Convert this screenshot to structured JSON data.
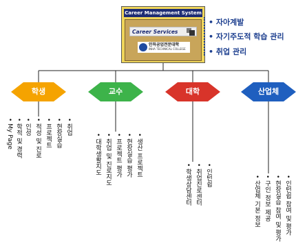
{
  "system_box": {
    "title": "Career Management System",
    "services_label": "Career Services",
    "college_name_ko": "인하공업전문대학",
    "college_name_en": "INHA TECHNICAL COLLEGE"
  },
  "goals": [
    "자아계발",
    "자기주도적 학습 관리",
    "취업 관리"
  ],
  "categories": [
    {
      "label": "학생",
      "color": "#f5a300",
      "items": [
        "My Page",
        "학적 및 경력",
        "인성",
        "적성 및 진로",
        "프로젝트",
        "현장실습",
        "취업"
      ]
    },
    {
      "label": "교수",
      "color": "#3db34a",
      "items": [
        "대학생활지도",
        "취업 및 진로지도",
        "프로젝트 평가",
        "현장실습 평가",
        "생산 프로젝트"
      ]
    },
    {
      "label": "대학",
      "color": "#d8342a",
      "items": [
        "학생상담센터",
        "취업진로센터",
        "인턴쉽"
      ]
    },
    {
      "label": "산업체",
      "color": "#1f5fbf",
      "items": [
        "산업체 기본 정보",
        "구인 정보 제공",
        "현장실습 참여 및 평가",
        "인턴쉽 참여 및 평가"
      ]
    }
  ]
}
